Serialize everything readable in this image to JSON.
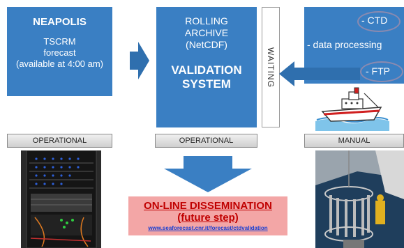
{
  "left_box": {
    "title": "NEAPOLIS",
    "line1": "TSCRM",
    "line2": "forecast",
    "line3": "(available at 4:00 am)"
  },
  "middle_box": {
    "line1": "ROLLING",
    "line2": "ARCHIVE",
    "line3": "(NetCDF)",
    "title1": "VALIDATION",
    "title2": "SYSTEM"
  },
  "waiting_label": "WAITING",
  "right_box": {
    "item1": "- CTD",
    "item2": "- data processing",
    "item3": "- FTP"
  },
  "labels": {
    "left": "OPERATIONAL",
    "middle": "OPERATIONAL",
    "right": "MANUAL"
  },
  "dissemination": {
    "line1": "ON-LINE DISSEMINATION",
    "line2": "(future step)",
    "url": "www.seaforecast.cnr.it/forecast/ctdvalidation"
  },
  "colors": {
    "box_blue": "#3a7fc3",
    "arrow_blue": "#2f6fae",
    "dissemination_bg": "#f3a6a6",
    "dissemination_text": "#c00000",
    "link": "#1a3fd1"
  }
}
